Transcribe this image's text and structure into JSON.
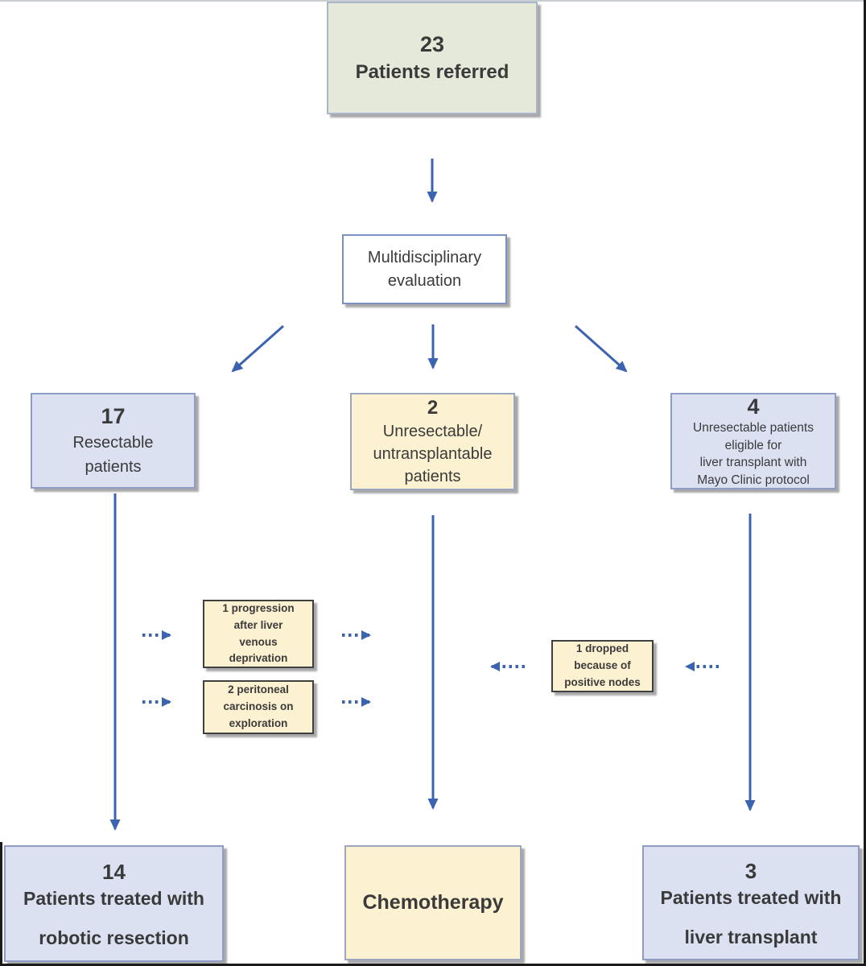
{
  "nodes": {
    "referred": {
      "number": "23",
      "label": "Patients referred"
    },
    "evaluation": {
      "label": "Multidisciplinary\nevaluation"
    },
    "resectable": {
      "number": "17",
      "label": "Resectable\npatients"
    },
    "unresectable": {
      "number": "2",
      "label": "Unresectable/\nuntransplantable\npatients"
    },
    "eligible": {
      "number": "4",
      "label": "Unresectable patients\neligible for\nliver transplant with\nMayo Clinic protocol"
    },
    "progression": {
      "label": "1 progression\nafter liver\nvenous\ndeprivation"
    },
    "peritoneal": {
      "label": "2 peritoneal\ncarcinosis on\nexploration"
    },
    "dropped": {
      "label": "1 dropped\nbecause of\npositive nodes"
    },
    "robotic": {
      "number": "14",
      "line1": "Patients treated with",
      "line2": "robotic resection"
    },
    "chemotherapy": {
      "label": "Chemotherapy"
    },
    "liver": {
      "number": "3",
      "line1": "Patients treated with",
      "line2": "liver transplant"
    }
  },
  "colors": {
    "arrow_blue": "#3c63b0",
    "green_fill": "#e5e9da",
    "lavender_fill": "#dce1f2",
    "yellow_fill": "#fcf2d1",
    "blue_border": "#8e9cc6",
    "dark_border": "#3f3f3f",
    "text": "#3a3a3a"
  }
}
